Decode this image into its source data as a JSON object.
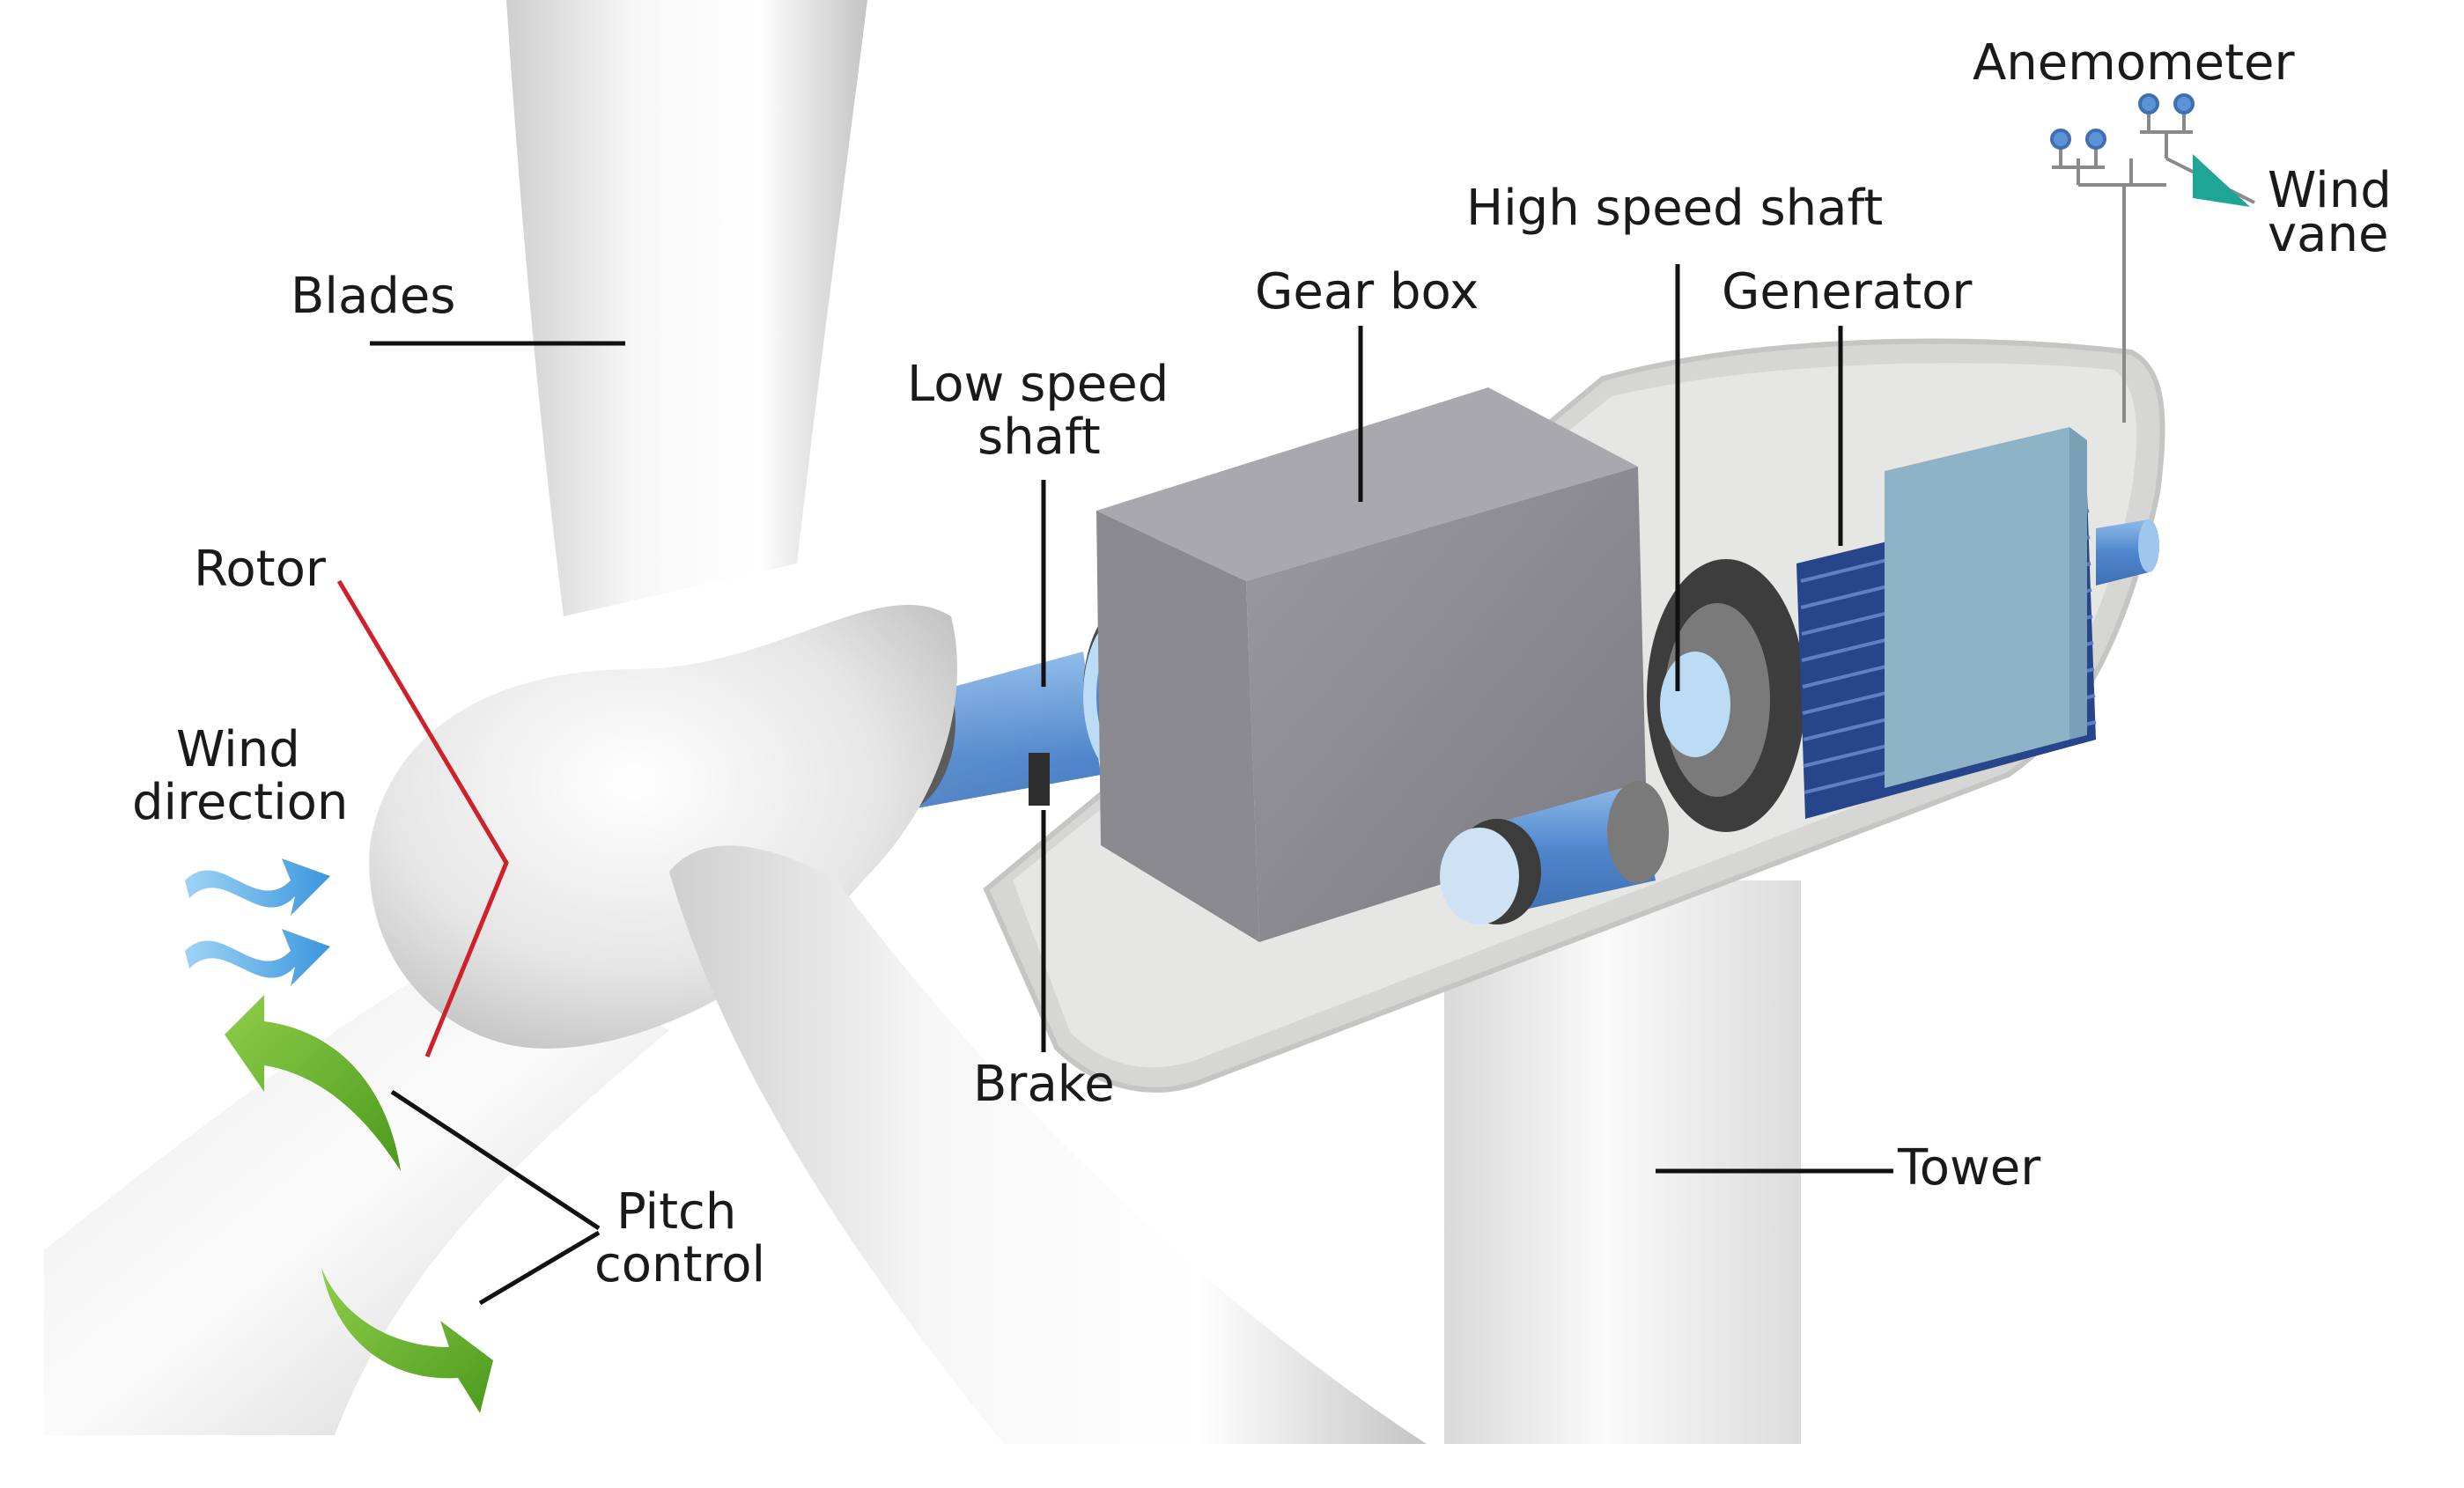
{
  "labels": {
    "anemometer": "Anemometer",
    "wind_vane_line1": "Wind",
    "wind_vane_line2": "vane",
    "high_speed_shaft": "High speed shaft",
    "gear_box": "Gear box",
    "generator": "Generator",
    "blades": "Blades",
    "low_speed_shaft_line1": "Low speed",
    "low_speed_shaft_line2": "shaft",
    "rotor": "Rotor",
    "wind_direction_line1": "Wind",
    "wind_direction_line2": "direction",
    "brake": "Brake",
    "tower": "Tower",
    "pitch_control_line1": "Pitch",
    "pitch_control_line2": "control"
  },
  "colors": {
    "blade_white": "#f2f2f2",
    "blade_shadow": "#c9c9c9",
    "nacelle_fill": "#dcdcda",
    "gearbox_front": "#8d8c91",
    "gearbox_top": "#a9a8ad",
    "shaft_blue": "#5b93d6",
    "generator_coil": "#27458a",
    "generator_cover": "#8eb3c7",
    "rotor_line": "#d0202a",
    "wind_arrow": "#52a9e6",
    "pitch_arrow": "#69b22e",
    "wind_vane": "#1ea595",
    "anemometer_cup": "#5b93d6",
    "leader_line": "#111111"
  },
  "icons": {
    "wind_direction": "wind-arrows-icon",
    "pitch_control": "curved-green-arrows-icon",
    "anemometer": "anemometer-icon",
    "wind_vane": "wind-vane-icon"
  }
}
